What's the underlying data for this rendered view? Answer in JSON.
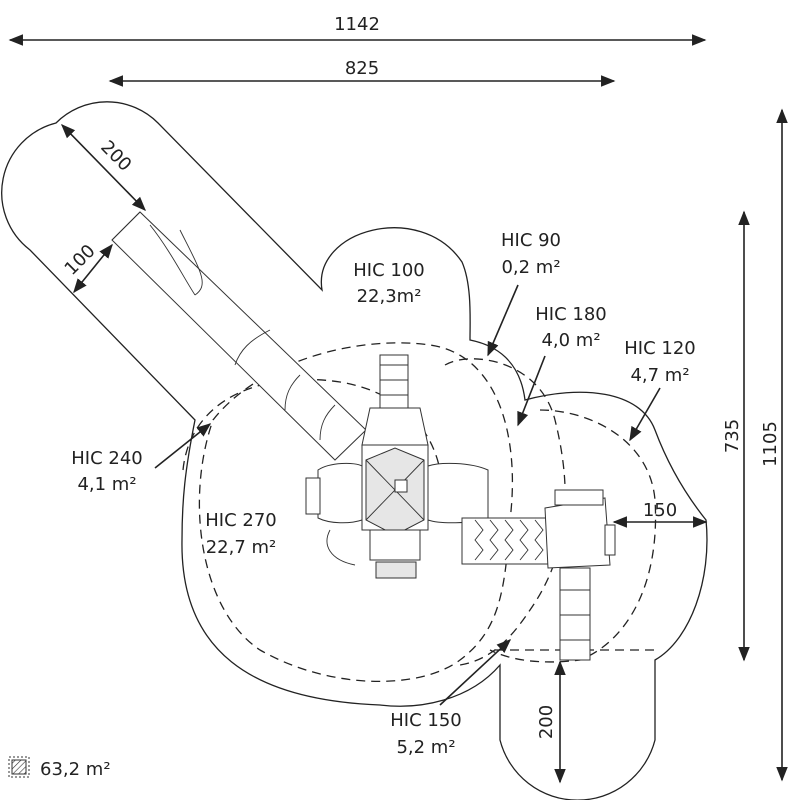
{
  "dimensions": {
    "total_width": "1142",
    "inner_width": "825",
    "inner_height": "735",
    "total_height": "1105",
    "slide_zone_length": "200",
    "slide_width": "100",
    "right_clearance": "150",
    "bottom_zone_length": "200"
  },
  "zones": [
    {
      "hic": "HIC 100",
      "area": "22,3m²"
    },
    {
      "hic": "HIC 90",
      "area": "0,2 m²"
    },
    {
      "hic": "HIC 180",
      "area": "4,0 m²"
    },
    {
      "hic": "HIC 120",
      "area": "4,7 m²"
    },
    {
      "hic": "HIC 240",
      "area": "4,1 m²"
    },
    {
      "hic": "HIC 270",
      "area": "22,7 m²"
    },
    {
      "hic": "HIC 150",
      "area": "5,2 m²"
    }
  ],
  "legend": {
    "icon": "hatched-square-icon",
    "total_area": "63,2 m²"
  }
}
